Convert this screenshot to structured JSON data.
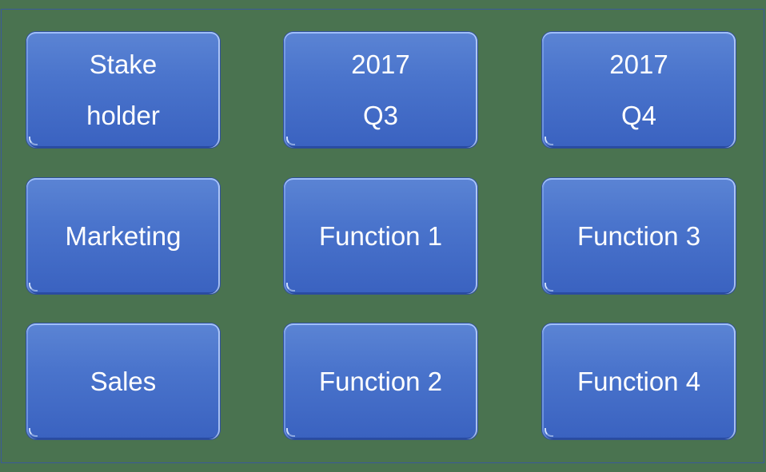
{
  "diagram": {
    "colors": {
      "background": "#4a7350",
      "box_fill": "#4a74cc",
      "box_text": "#ffffff",
      "frame_border": "#3a5a9a"
    },
    "rows": [
      {
        "cells": [
          {
            "lines": [
              "Stake",
              "holder"
            ]
          },
          {
            "lines": [
              "2017",
              "Q3"
            ]
          },
          {
            "lines": [
              "2017",
              "Q4"
            ]
          }
        ]
      },
      {
        "cells": [
          {
            "lines": [
              "Marketing"
            ]
          },
          {
            "lines": [
              "Function 1"
            ]
          },
          {
            "lines": [
              "Function 3"
            ]
          }
        ]
      },
      {
        "cells": [
          {
            "lines": [
              "Sales"
            ]
          },
          {
            "lines": [
              "Function 2"
            ]
          },
          {
            "lines": [
              "Function 4"
            ]
          }
        ]
      }
    ]
  }
}
